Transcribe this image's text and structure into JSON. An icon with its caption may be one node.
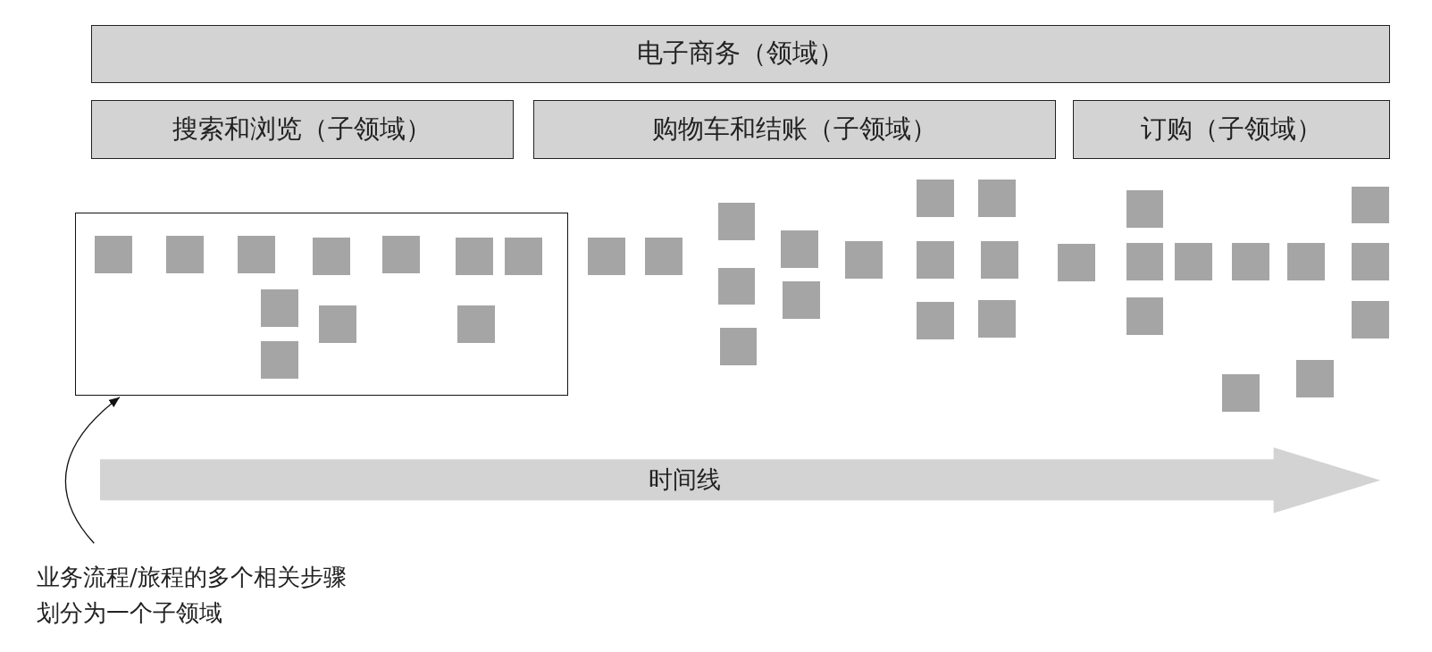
{
  "diagram": {
    "nodes": [
      {
        "text": [
          "电子商务（领域）"
        ]
      },
      {
        "text": [
          "搜索和浏览（子领域）"
        ]
      },
      {
        "text": [
          "购物车和结账（子领域）"
        ]
      },
      {
        "text": [
          "订购（子领域）"
        ]
      },
      {
        "text": [],
        "shape": "box"
      },
      {
        "text": [
          "业务流程/旅程的多个相关步骤划分为一个子领域"
        ]
      },
      {
        "text": [
          "时间线"
        ]
      },
      {
        "text": [],
        "shape": "box",
        "in": 4
      },
      {
        "text": [],
        "shape": "box",
        "in": 4
      },
      {
        "text": [],
        "shape": "box",
        "in": 4
      },
      {
        "text": [],
        "shape": "box",
        "in": 4
      },
      {
        "text": [],
        "shape": "box",
        "in": 4
      },
      {
        "text": [],
        "shape": "box",
        "in": 4
      },
      {
        "text": [],
        "shape": "box",
        "in": 4
      },
      {
        "text": [],
        "shape": "box",
        "in": 4
      },
      {
        "text": [],
        "shape": "box",
        "in": 4
      },
      {
        "text": [],
        "shape": "box",
        "in": 4
      },
      {
        "text": [],
        "shape": "box",
        "in": 4
      },
      {
        "text": [],
        "shape": "box"
      },
      {
        "text": [],
        "shape": "box"
      },
      {
        "text": [],
        "shape": "box"
      },
      {
        "text": [],
        "shape": "box"
      },
      {
        "text": [],
        "shape": "box"
      },
      {
        "text": [],
        "shape": "box"
      },
      {
        "text": [],
        "shape": "box"
      },
      {
        "text": [],
        "shape": "box"
      },
      {
        "text": [],
        "shape": "box"
      },
      {
        "text": [],
        "shape": "box"
      },
      {
        "text": [],
        "shape": "box"
      },
      {
        "text": [],
        "shape": "box"
      },
      {
        "text": [],
        "shape": "box"
      },
      {
        "text": [],
        "shape": "box"
      },
      {
        "text": [],
        "shape": "box"
      },
      {
        "text": [],
        "shape": "box"
      },
      {
        "text": [],
        "shape": "box"
      },
      {
        "text": [],
        "shape": "box"
      },
      {
        "text": [],
        "shape": "box"
      },
      {
        "text": [],
        "shape": "box"
      },
      {
        "text": [],
        "shape": "box"
      },
      {
        "text": [],
        "shape": "box"
      },
      {
        "text": [],
        "shape": "box"
      },
      {
        "text": [],
        "shape": "box"
      },
      {
        "text": [],
        "shape": "box"
      },
      {
        "text": [],
        "shape": "box"
      }
    ],
    "edges": [
      {
        "from": 5,
        "to": 4,
        "arrow": "to"
      }
    ]
  }
}
